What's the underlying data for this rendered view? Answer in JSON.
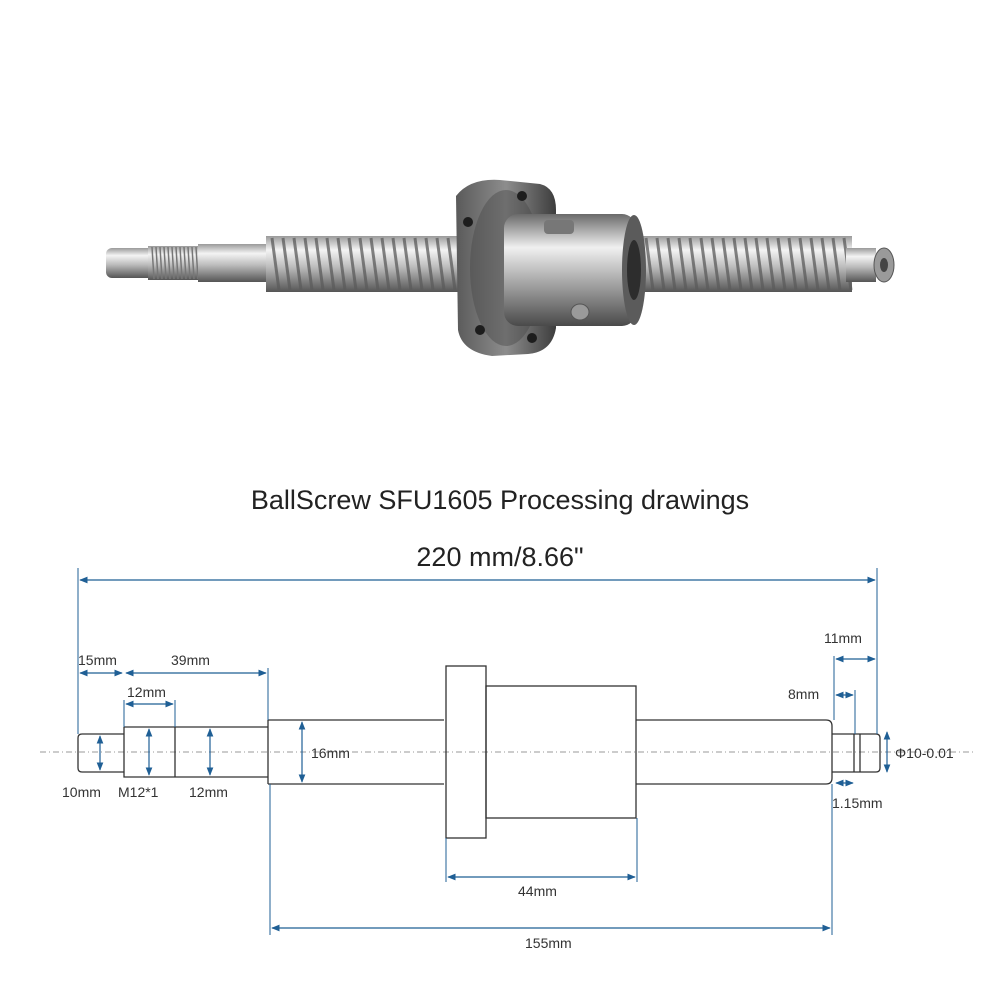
{
  "title": "BallScrew SFU1605 Processing drawings",
  "total_length": "220 mm/8.66\"",
  "dimensions": {
    "d15": "15mm",
    "d39": "39mm",
    "d12_top": "12mm",
    "d11": "11mm",
    "d8": "8mm",
    "d16": "16mm",
    "d10": "10mm",
    "m12": "M12*1",
    "d12_bottom": "12mm",
    "d_phi": "Φ10-0.01",
    "d115": "1.15mm",
    "d44": "44mm",
    "d155": "155mm"
  },
  "colors": {
    "dimension_line": "#1f5f95",
    "outline": "#333333",
    "metal_light": "#e8e8e8",
    "metal_dark": "#6b6b6b"
  }
}
